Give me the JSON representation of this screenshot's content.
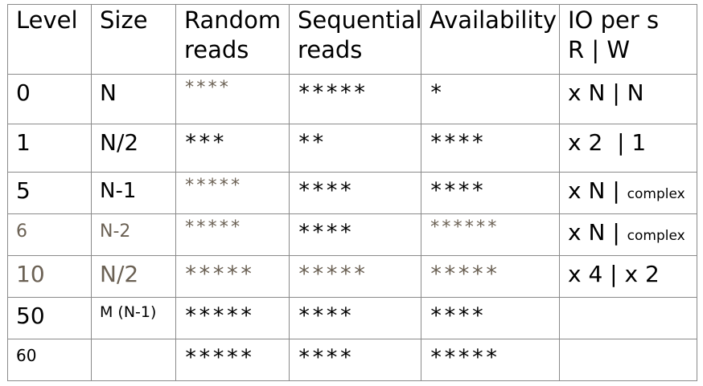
{
  "headers": {
    "level": "Level",
    "size": "Size",
    "random_1": "Random",
    "random_2": "reads",
    "sequential_1": "Sequential",
    "sequential_2": "reads",
    "availability": "Availability",
    "io_1": "IO per s",
    "io_2": "R | W"
  },
  "rows": [
    {
      "level": "0",
      "size": "N",
      "random": "****",
      "sequential": "*****",
      "availability": "*",
      "io": "x N | N",
      "io_note": ""
    },
    {
      "level": "1",
      "size": "N/2",
      "random": "***",
      "sequential": "**",
      "availability": "****",
      "io": "x 2  | 1",
      "io_note": ""
    },
    {
      "level": "5",
      "size": "N-1",
      "random": "*****",
      "sequential": "****",
      "availability": "****",
      "io": "x N | ",
      "io_note": "complex"
    },
    {
      "level": "6",
      "size": "N-2",
      "random": "*****",
      "sequential": "****",
      "availability": "******",
      "io": "x N | ",
      "io_note": "complex"
    },
    {
      "level": "10",
      "size": "N/2",
      "random": "*****",
      "sequential": "*****",
      "availability": "*****",
      "io": "x 4 | x 2",
      "io_note": ""
    },
    {
      "level": "50",
      "size": "M (N-1)",
      "random": "*****",
      "sequential": "****",
      "availability": "****",
      "io": "",
      "io_note": ""
    },
    {
      "level": "60",
      "size": "",
      "random": "*****",
      "sequential": "****",
      "availability": "*****",
      "io": "",
      "io_note": ""
    }
  ]
}
